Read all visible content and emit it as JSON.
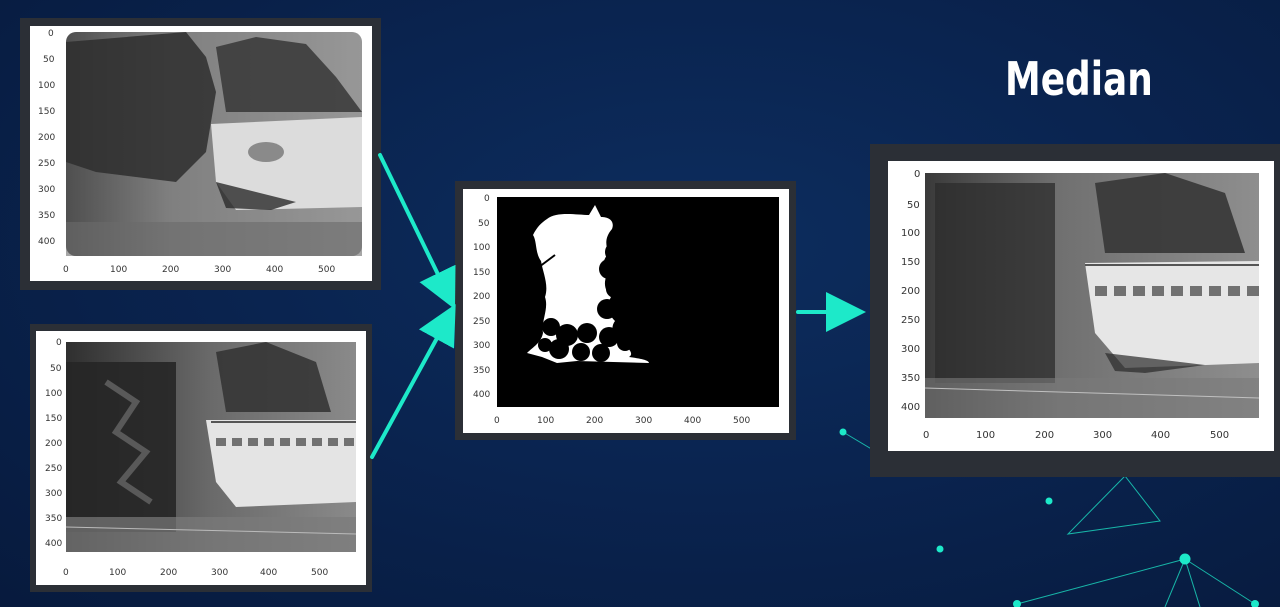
{
  "title": "Median",
  "colors": {
    "accent": "#1de9c9",
    "background": "#0a2450",
    "frame": "#2b2f36"
  },
  "plots": {
    "top_left": {
      "image": "blurred-background-estimate",
      "x_ticks": [
        "0",
        "100",
        "200",
        "300",
        "400",
        "500"
      ],
      "y_ticks": [
        "0",
        "50",
        "100",
        "150",
        "200",
        "250",
        "300",
        "350",
        "400"
      ]
    },
    "bottom_left": {
      "image": "can-and-bowl-frame",
      "x_ticks": [
        "0",
        "100",
        "200",
        "300",
        "400",
        "500"
      ],
      "y_ticks": [
        "0",
        "50",
        "100",
        "150",
        "200",
        "250",
        "300",
        "350",
        "400"
      ]
    },
    "mask": {
      "image": "binary-mask",
      "x_ticks": [
        "0",
        "100",
        "200",
        "300",
        "400",
        "500"
      ],
      "y_ticks": [
        "0",
        "50",
        "100",
        "150",
        "200",
        "250",
        "300",
        "350",
        "400"
      ]
    },
    "result": {
      "image": "median-result-bowl",
      "x_ticks": [
        "0",
        "100",
        "200",
        "300",
        "400",
        "500"
      ],
      "y_ticks": [
        "0",
        "50",
        "100",
        "150",
        "200",
        "250",
        "300",
        "350",
        "400"
      ]
    }
  }
}
